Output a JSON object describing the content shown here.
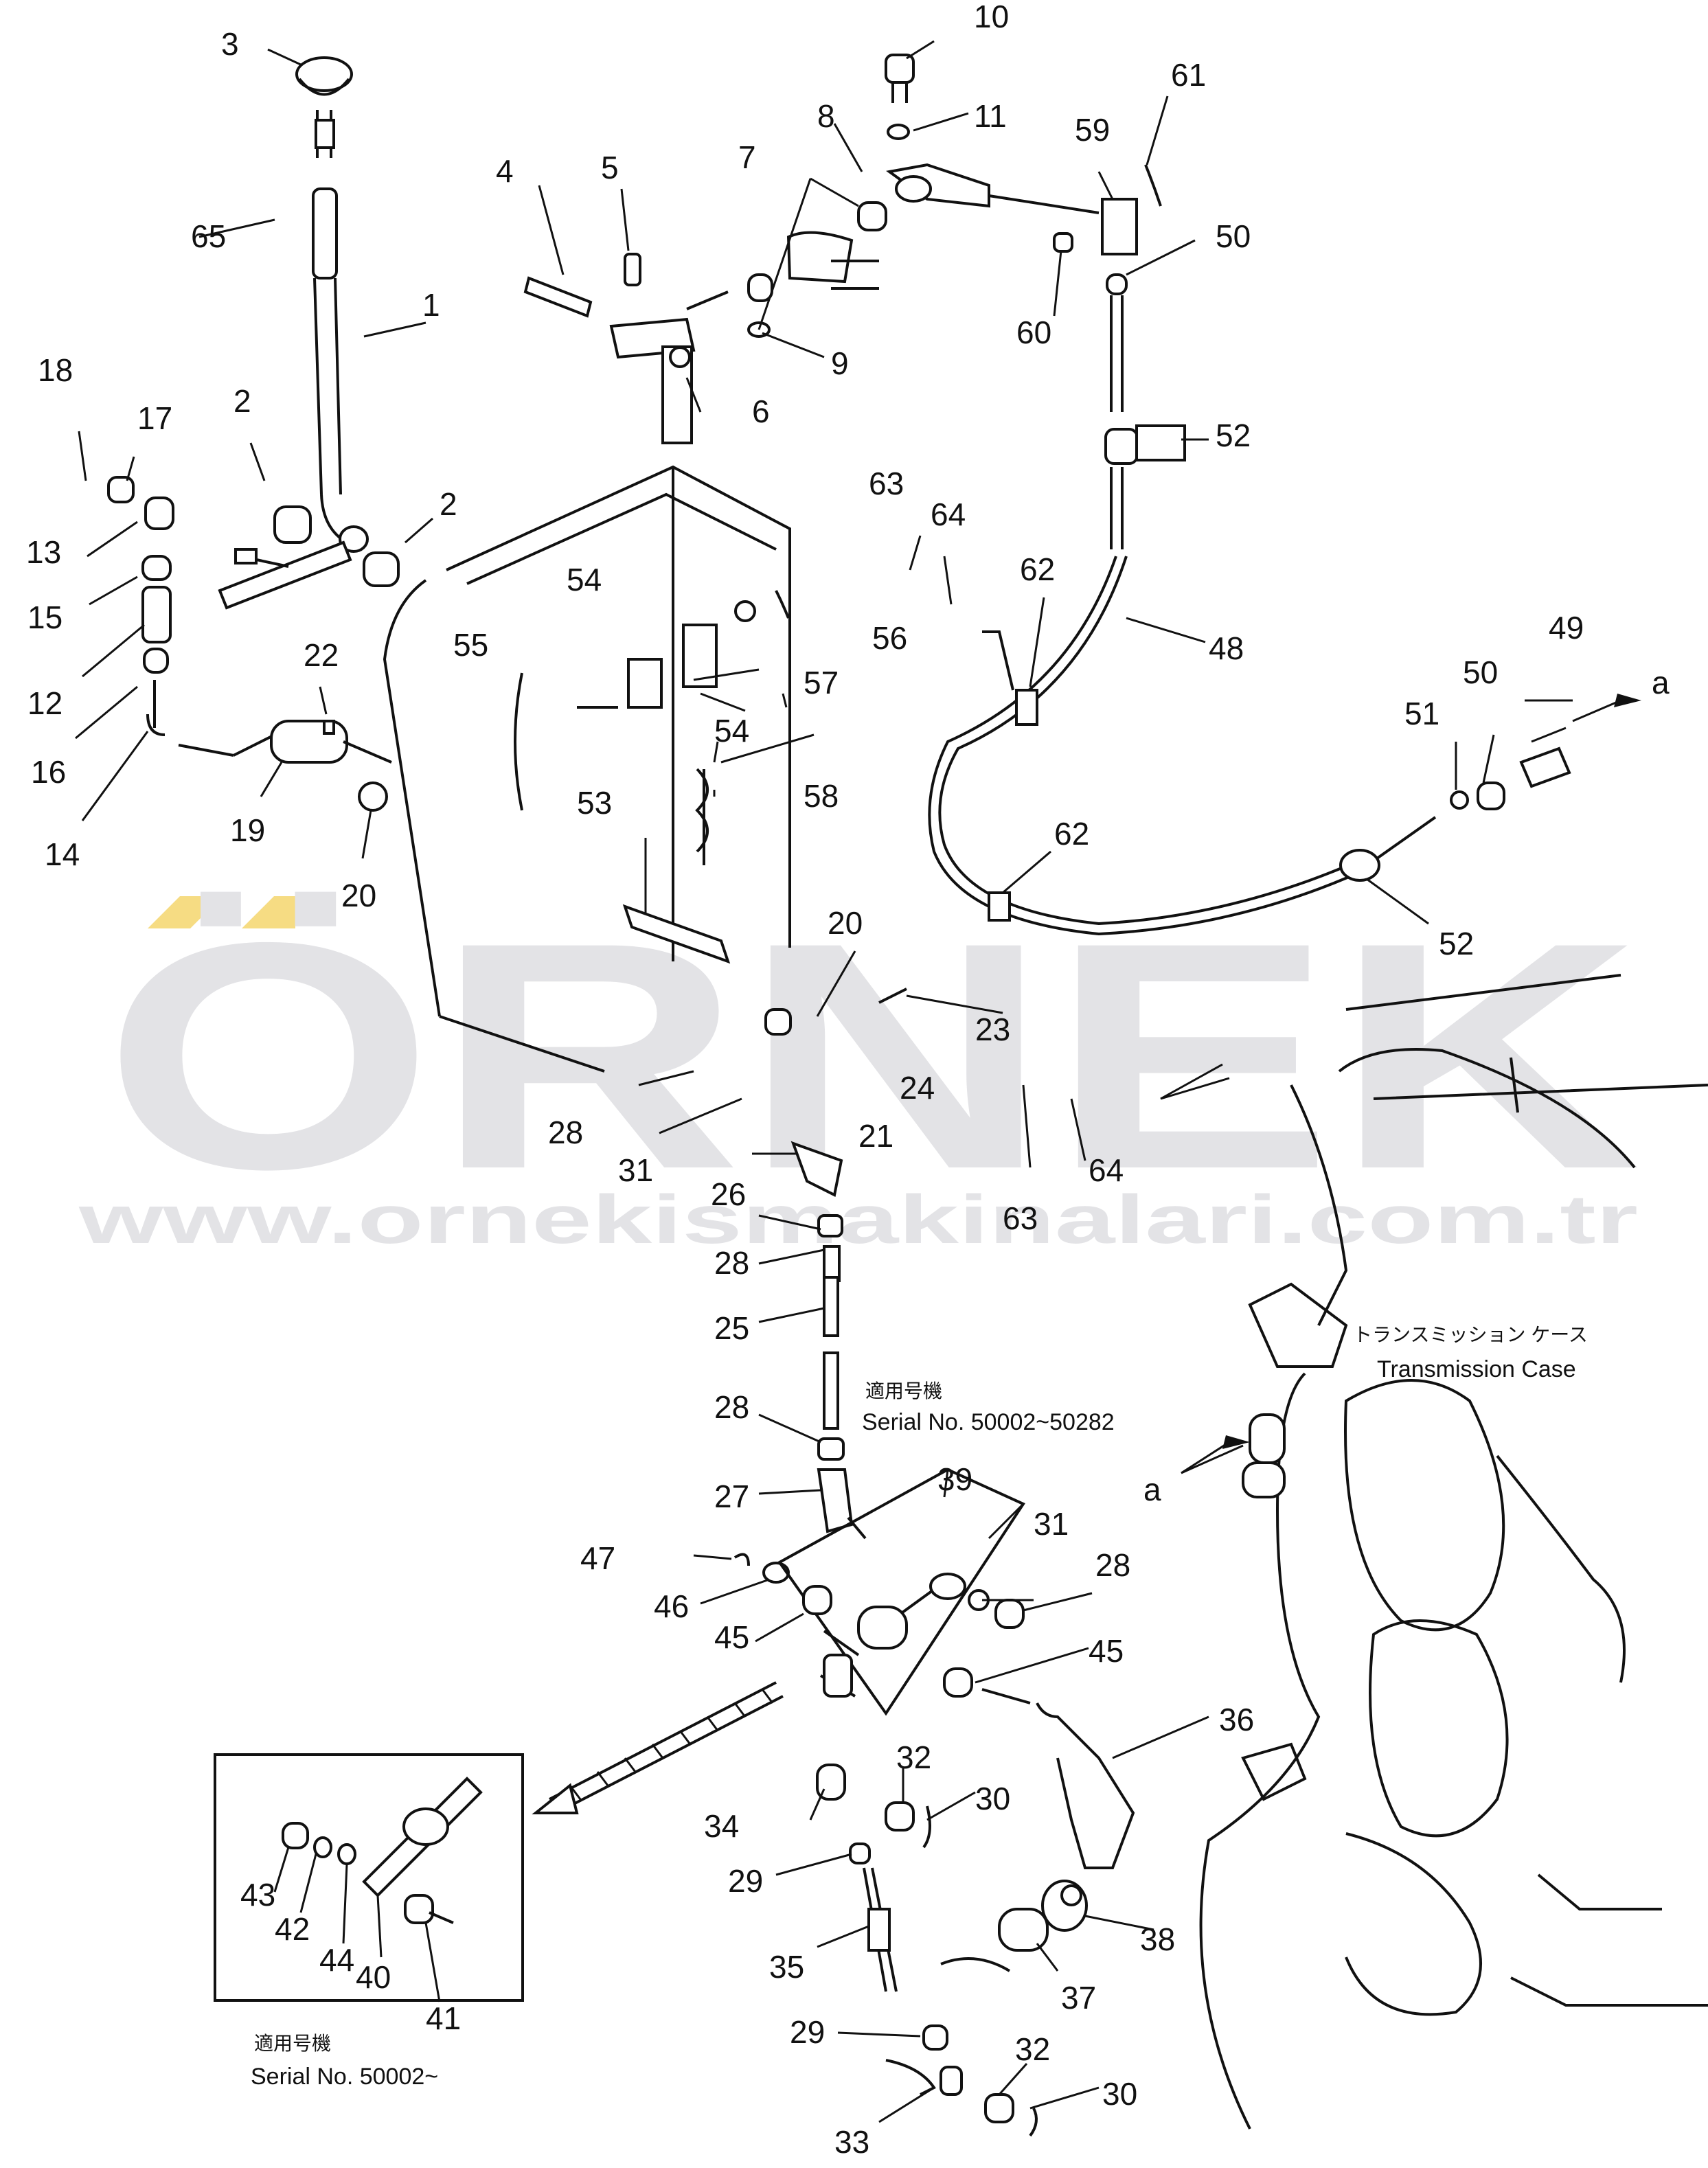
{
  "watermark": {
    "logo": "ÖRNEK",
    "url": "www.ornekismakinalari.com.tr",
    "color": "#e3e3e6",
    "accent": "#f6dc83"
  },
  "callouts": [
    "1",
    "2",
    "2",
    "3",
    "4",
    "5",
    "6",
    "7",
    "8",
    "9",
    "10",
    "11",
    "12",
    "13",
    "14",
    "15",
    "16",
    "17",
    "18",
    "19",
    "20",
    "20",
    "21",
    "22",
    "23",
    "24",
    "25",
    "26",
    "27",
    "28",
    "28",
    "28",
    "28",
    "29",
    "29",
    "30",
    "30",
    "31",
    "31",
    "32",
    "32",
    "33",
    "34",
    "35",
    "36",
    "37",
    "38",
    "39",
    "40",
    "41",
    "42",
    "43",
    "44",
    "45",
    "45",
    "46",
    "47",
    "48",
    "49",
    "50",
    "50",
    "51",
    "52",
    "52",
    "53",
    "54",
    "54",
    "55",
    "56",
    "57",
    "58",
    "59",
    "60",
    "61",
    "62",
    "62",
    "63",
    "63",
    "64",
    "64",
    "65",
    "a",
    "a"
  ],
  "notes": {
    "serial_1_jp": "適用号機",
    "serial_1": "Serial No. 50002~50282",
    "serial_2_jp": "適用号機",
    "serial_2": "Serial No. 50002~",
    "transmission_jp": "トランスミッション ケース",
    "transmission": "Transmission Case"
  }
}
